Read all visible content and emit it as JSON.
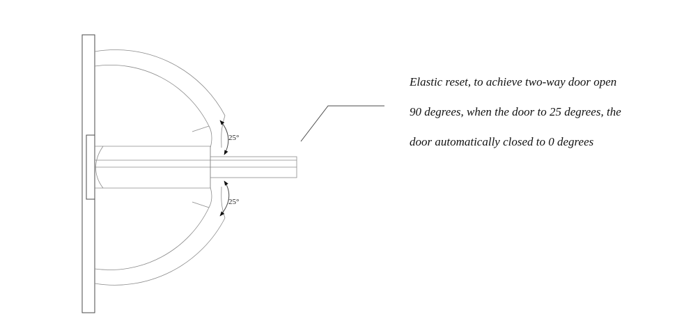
{
  "diagram": {
    "angle_upper": "25°",
    "angle_lower": "25°",
    "description_lines": [
      "Elastic reset, to achieve two-way door open",
      "90 degrees, when the door to 25 degrees, the",
      "door automatically closed to 0 degrees"
    ]
  }
}
